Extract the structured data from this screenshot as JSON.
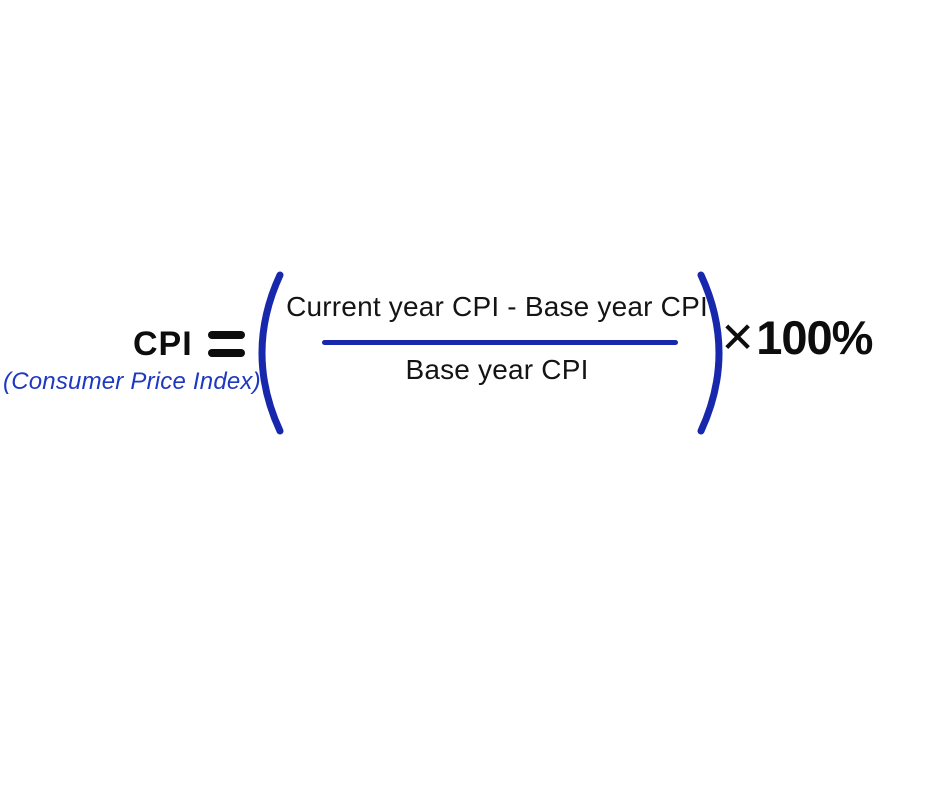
{
  "formula": {
    "lhs": {
      "symbol": "CPI",
      "description": "(Consumer Price Index)"
    },
    "equals_sign": "=",
    "fraction": {
      "numerator": "Current year CPI - Base year CPI",
      "denominator": "Base year CPI"
    },
    "multiplier": {
      "sign": "✕",
      "value": "100%"
    },
    "colors": {
      "accent_blue": "#1e38c2",
      "navy": "#1728ad",
      "text_black": "#0d0d0d",
      "background": "#ffffff"
    }
  }
}
